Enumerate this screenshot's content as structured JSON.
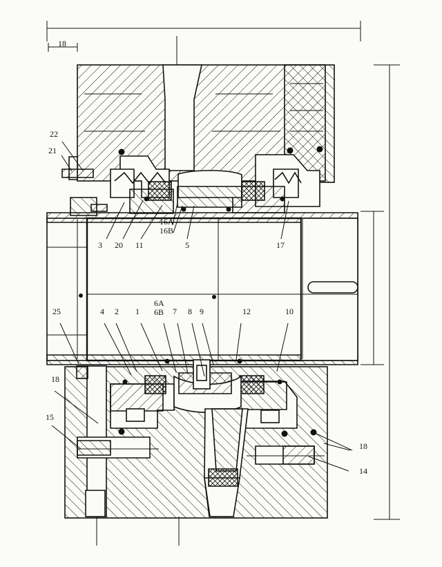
{
  "drawing": {
    "dimension_top_left": "18",
    "labels_upper": [
      "22",
      "21",
      "3",
      "20",
      "11",
      "16A",
      "16B",
      "5",
      "17"
    ],
    "labels_middle": [
      "6A",
      "6B"
    ],
    "labels_lower": [
      "25",
      "4",
      "2",
      "1",
      "7",
      "8",
      "9",
      "12",
      "10",
      "18",
      "15",
      "18",
      "14"
    ]
  }
}
